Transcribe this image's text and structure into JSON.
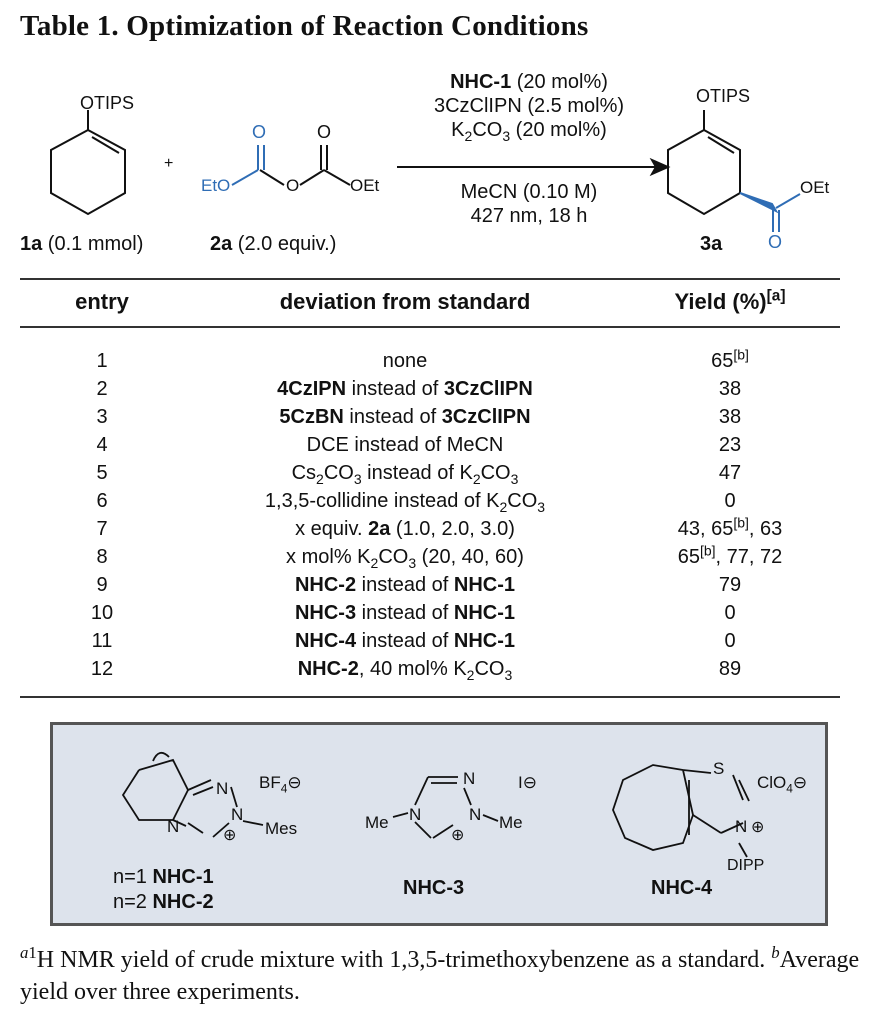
{
  "title": "Table 1. Optimization of Reaction Conditions",
  "scheme": {
    "substrate_group": "OTIPS",
    "substrate_label_bold": "1a",
    "substrate_label_rest": " (0.1 mmol)",
    "plus": "+",
    "reagent_left_group": "EtO",
    "reagent_right_group": "OEt",
    "reagent_o1": "O",
    "reagent_o2": "O",
    "reagent_o3": "O",
    "reagent_label_bold": "2a",
    "reagent_label_rest": " (2.0 equiv.)",
    "conditions": {
      "line1_bold": "NHC-1",
      "line1_rest": " (20 mol%)",
      "line2": "3CzClIPN (2.5 mol%)",
      "line3_a": "K",
      "line3_sub1": "2",
      "line3_b": "CO",
      "line3_sub2": "3",
      "line3_c": " (20 mol%)",
      "line4": "MeCN (0.10 M)",
      "line5": "427 nm, 18 h"
    },
    "product_group": "OTIPS",
    "product_ester": "OEt",
    "product_o": "O",
    "product_label": "3a"
  },
  "table": {
    "headers": {
      "entry": "entry",
      "deviation": "deviation from standard",
      "yield": "Yield (%)",
      "yield_note": "[a]"
    },
    "rows": [
      {
        "entry": "1",
        "dev": "none",
        "yield": "65",
        "ynote": "[b]"
      },
      {
        "entry": "2",
        "dev_bold1": "4CzIPN",
        "dev_mid": " instead of ",
        "dev_bold2": "3CzClIPN",
        "yield": "38"
      },
      {
        "entry": "3",
        "dev_bold1": "5CzBN",
        "dev_mid": " instead of ",
        "dev_bold2": "3CzClIPN",
        "yield": "38"
      },
      {
        "entry": "4",
        "dev": "DCE instead of MeCN",
        "yield": "23"
      },
      {
        "entry": "5",
        "dev_a": "Cs",
        "dev_s1": "2",
        "dev_b": "CO",
        "dev_s2": "3",
        "dev_c": " instead of K",
        "dev_s3": "2",
        "dev_d": "CO",
        "dev_s4": "3",
        "yield": "47"
      },
      {
        "entry": "6",
        "dev_a": "1,3,5-collidine instead of K",
        "dev_s1": "2",
        "dev_b": "CO",
        "dev_s2": "3",
        "yield": "0"
      },
      {
        "entry": "7",
        "dev_a": "x equiv. ",
        "dev_bold": "2a",
        "dev_b": " (1.0, 2.0, 3.0)",
        "y1": "43, 65",
        "ynote": "[b]",
        "y2": ", 63"
      },
      {
        "entry": "8",
        "dev_a": "x mol% K",
        "dev_s1": "2",
        "dev_b": "CO",
        "dev_s2": "3",
        "dev_c": " (20, 40, 60)",
        "y1": "65",
        "ynote": "[b]",
        "y2": ", 77, 72"
      },
      {
        "entry": "9",
        "dev_bold1": "NHC-2",
        "dev_mid": " instead of ",
        "dev_bold2": "NHC-1",
        "yield": "79"
      },
      {
        "entry": "10",
        "dev_bold1": "NHC-3",
        "dev_mid": " instead of ",
        "dev_bold2": "NHC-1",
        "yield": "0"
      },
      {
        "entry": "11",
        "dev_bold1": "NHC-4",
        "dev_mid": " instead of ",
        "dev_bold2": "NHC-1",
        "yield": "0"
      },
      {
        "entry": "12",
        "dev_bold": "NHC-2",
        "dev_a": ", 40 mol% K",
        "dev_s1": "2",
        "dev_b": "CO",
        "dev_s2": "3",
        "yield": "89"
      }
    ]
  },
  "catalysts": {
    "nhc12": {
      "n": "N",
      "n2": "N",
      "n3": "N",
      "plus": "⊕",
      "mes": "Mes",
      "anion_a": "BF",
      "anion_sub": "4",
      "anion_charge": "⊖",
      "line1_a": "n=1 ",
      "line1_b": "NHC-1",
      "line2_a": "n=2 ",
      "line2_b": "NHC-2"
    },
    "nhc3": {
      "n": "N",
      "n2": "N",
      "n3": "N",
      "plus": "⊕",
      "me_left": "Me",
      "me_right": "Me",
      "anion": "I",
      "anion_charge": "⊖",
      "label": "NHC-3"
    },
    "nhc4": {
      "s": "S",
      "n": "N",
      "plus": "⊕",
      "dipp": "DIPP",
      "anion_a": "ClO",
      "anion_sub": "4",
      "anion_charge": "⊖",
      "label": "NHC-4"
    }
  },
  "footnote": {
    "a_mark": "a",
    "a_iso": "1",
    "a_text": "H NMR yield of crude mixture with 1,3,5-trimethoxybenzene as a standard. ",
    "b_mark": "b",
    "b_text": "Average yield over three experiments."
  },
  "colors": {
    "reagent_blue": "#2f6db5",
    "box_fill": "#dde3ec"
  }
}
